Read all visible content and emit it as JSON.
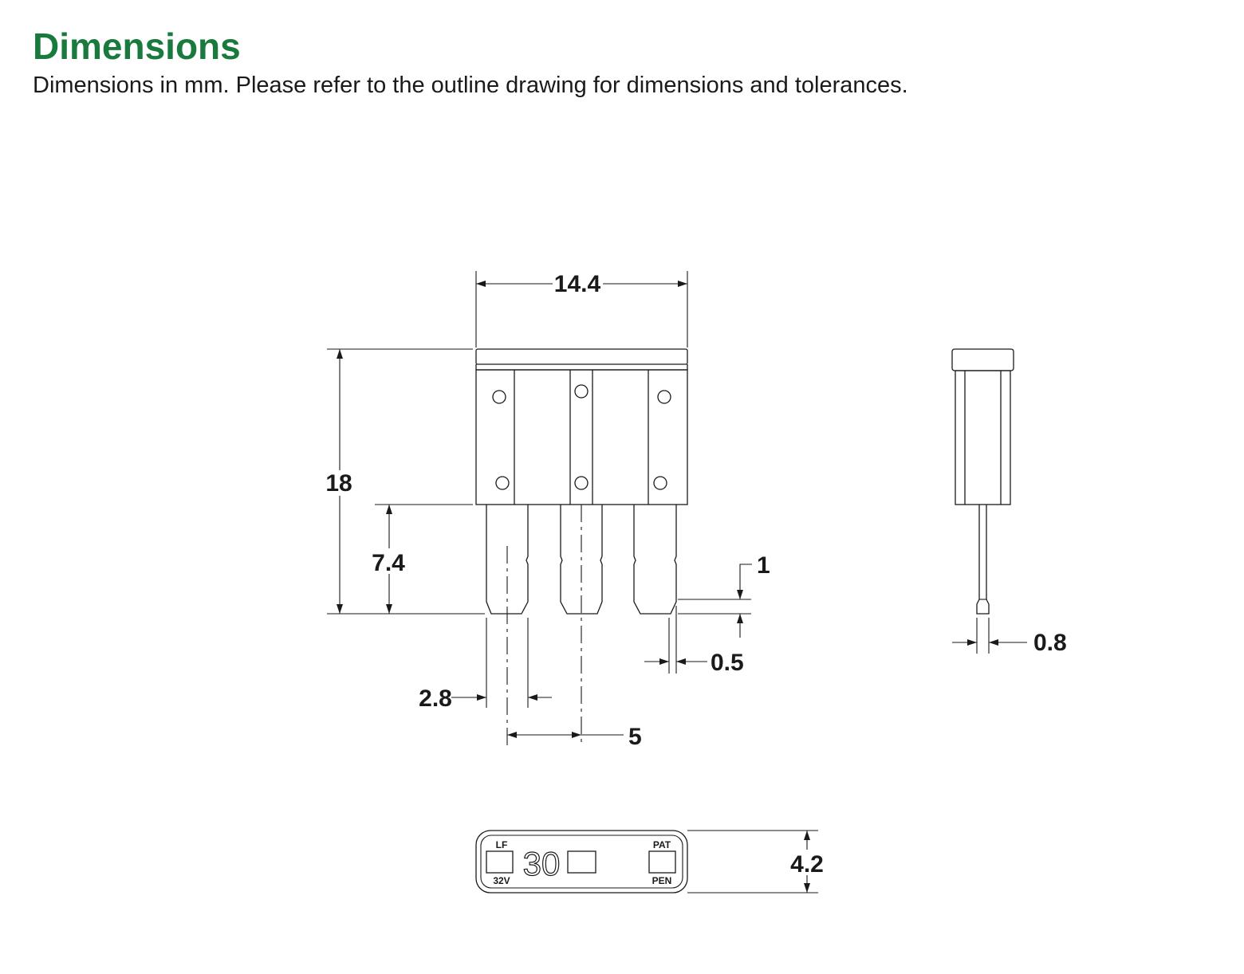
{
  "header": {
    "title": "Dimensions",
    "subtitle": "Dimensions in mm. Please refer to the outline drawing for dimensions and tolerances."
  },
  "colors": {
    "title": "#1a7a3e",
    "line": "#1a1a1a"
  },
  "dimensions": {
    "width": "14.4",
    "height": "18",
    "blade_length": "7.4",
    "tip_length": "1",
    "tip_width": "0.5",
    "blade_width": "2.8",
    "pitch": "5",
    "side_thickness": "0.8",
    "depth": "4.2"
  },
  "top_view": {
    "left_top": "LF",
    "left_bottom": "32V",
    "rating": "30",
    "right_top": "PAT",
    "right_bottom": "PEN"
  }
}
